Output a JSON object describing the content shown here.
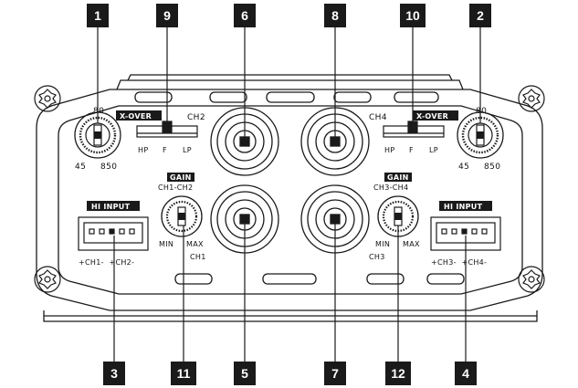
{
  "callouts_top": [
    "1",
    "9",
    "6",
    "8",
    "10",
    "2"
  ],
  "callouts_bottom": [
    "3",
    "11",
    "5",
    "7",
    "12",
    "4"
  ],
  "left": {
    "freq_top": "80",
    "freq_low": "45",
    "freq_high": "850",
    "xover_tag": "X-OVER",
    "xover_channel": "CH2",
    "xover_modes": [
      "HP",
      "F",
      "LP"
    ],
    "gain_tag": "GAIN",
    "gain_channels": "CH1-CH2",
    "gain_min": "MIN",
    "gain_max": "MAX",
    "gain_ch": "CH1",
    "hi_input_tag": "HI INPUT",
    "hi_input_pins": "+CH1-  +CH2-"
  },
  "right": {
    "freq_top": "80",
    "freq_low": "45",
    "freq_high": "850",
    "xover_tag": "X-OVER",
    "xover_channel": "CH4",
    "xover_modes": [
      "HP",
      "F",
      "LP"
    ],
    "gain_tag": "GAIN",
    "gain_channels": "CH3-CH4",
    "gain_min": "MIN",
    "gain_max": "MAX",
    "gain_ch": "CH3",
    "hi_input_tag": "HI INPUT",
    "hi_input_pins": "+CH3-  +CH4-"
  },
  "colors": {
    "callout_bg": "#1a1a1a",
    "line": "#1a1a1a",
    "panel_bg": "#ffffff"
  }
}
